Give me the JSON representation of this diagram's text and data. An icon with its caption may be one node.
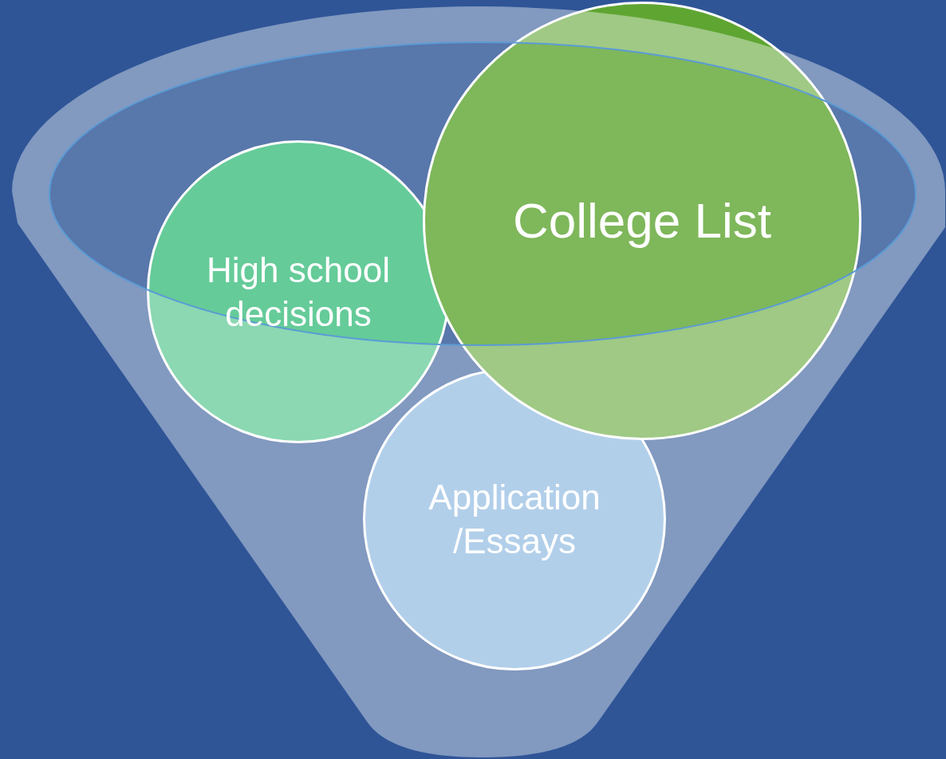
{
  "diagram": {
    "nodes": [
      {
        "text": [
          "High school decisions"
        ]
      },
      {
        "text": [
          "College List"
        ]
      },
      {
        "text": [
          "Application /Essays"
        ]
      }
    ]
  }
}
